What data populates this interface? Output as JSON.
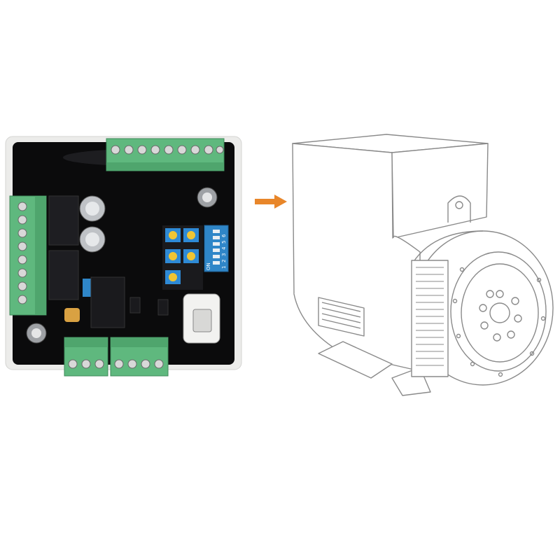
{
  "image": {
    "content": "product-photo",
    "components": [
      "avr-board",
      "direction-arrow",
      "alternator-drawing"
    ]
  },
  "avr_board": {
    "dip_switch": {
      "on_text": "ON",
      "numbers": [
        "1",
        "2",
        "3",
        "4",
        "5",
        "6"
      ]
    },
    "colors": {
      "board_frame": "#ececea",
      "potting": "#0b0b0c",
      "terminal_green": "#5fb87e",
      "dip_blue": "#2f86c8",
      "potentiometer_blue": "#2e8ad6",
      "potentiometer_cap": "#f0c534"
    }
  },
  "arrow": {
    "color": "#e8862a",
    "icon": "arrow-right-icon"
  },
  "alternator": {
    "style": "line-drawing",
    "stroke": "#8a8a8a"
  }
}
